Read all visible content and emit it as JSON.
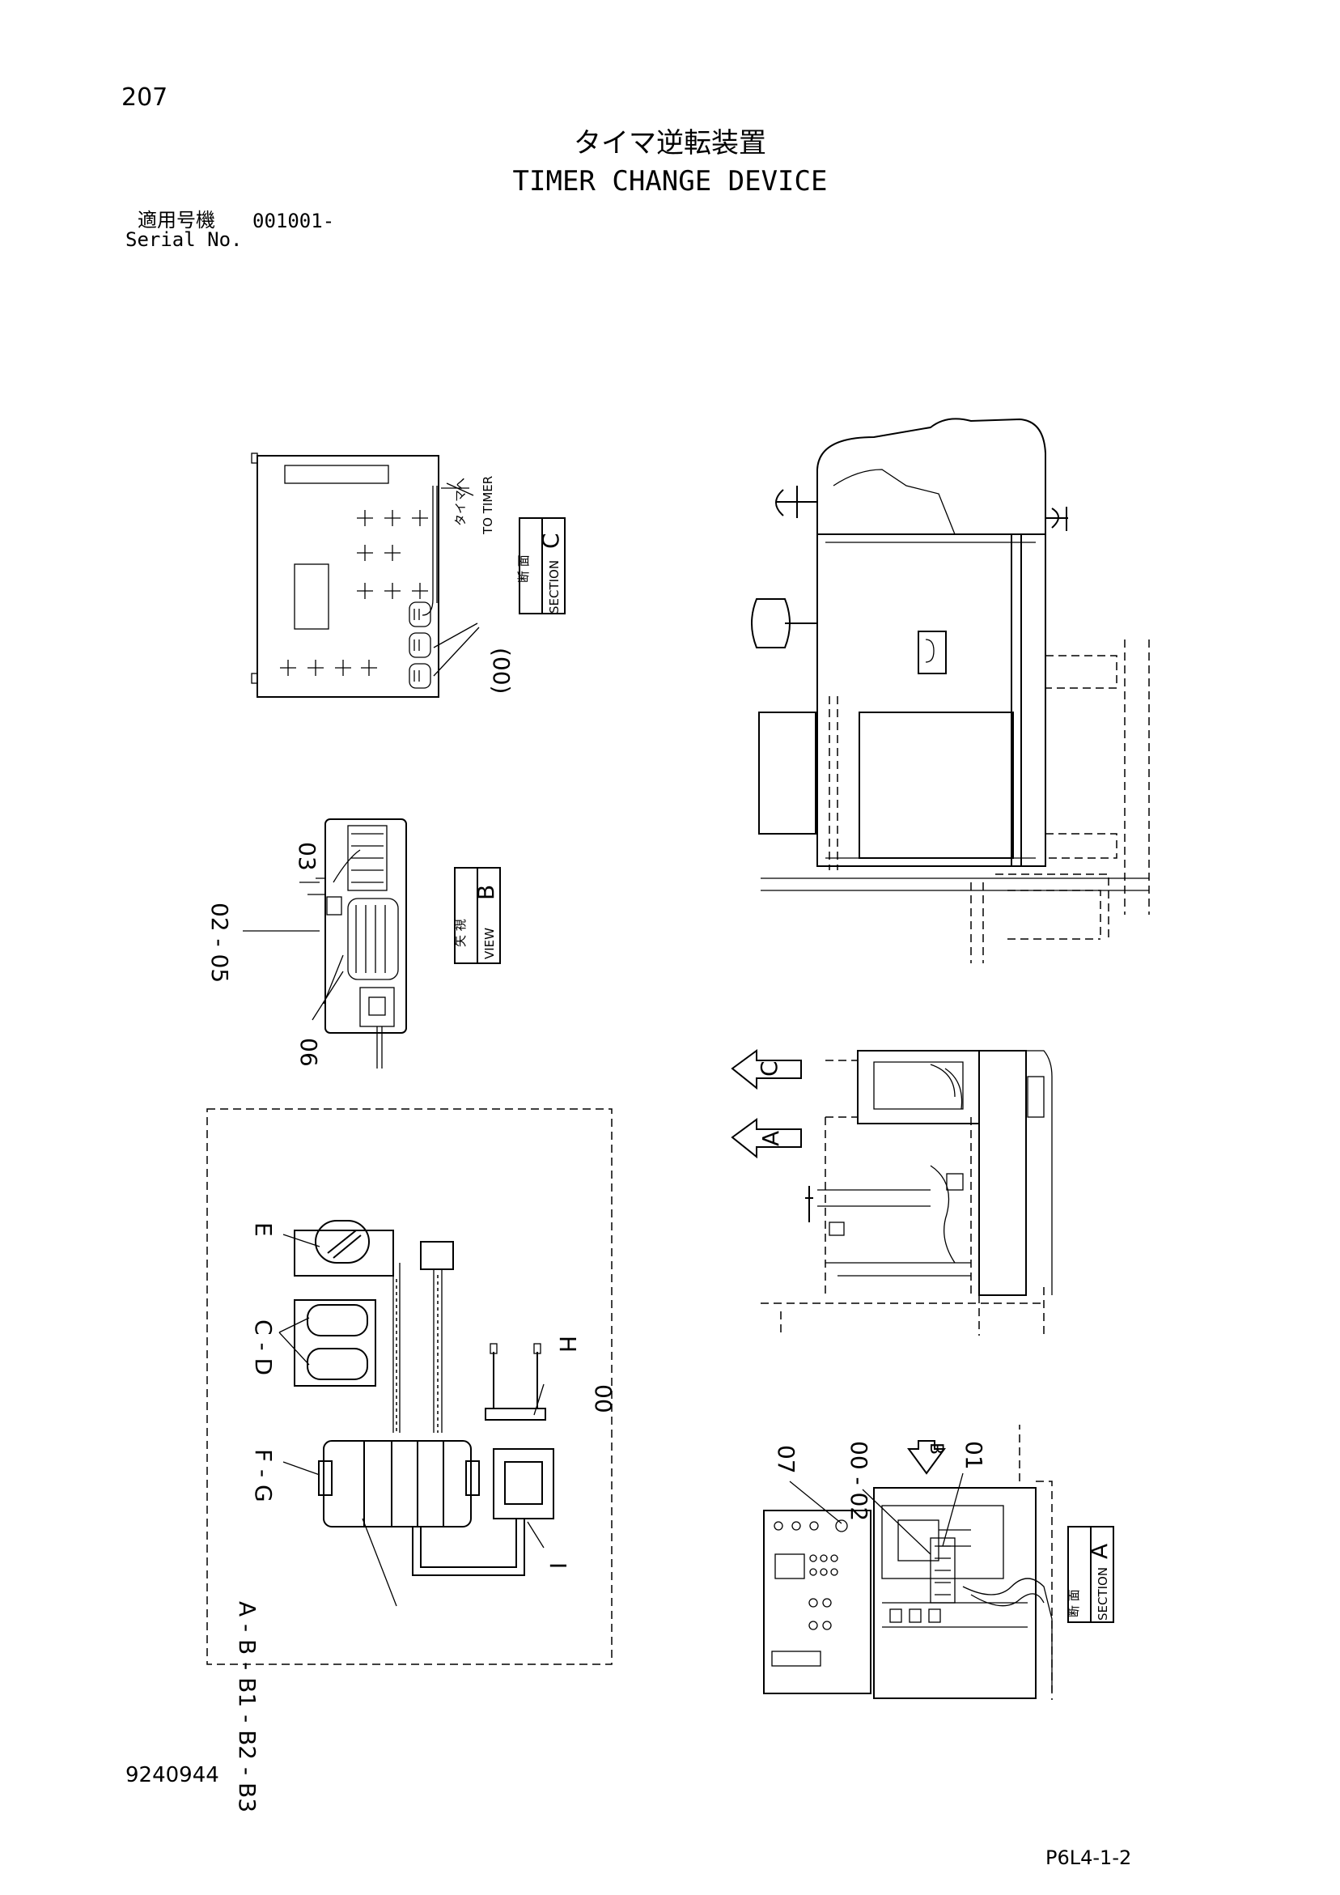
{
  "page": {
    "number": "207",
    "doc_number": "9240944",
    "figure_code": "P6L4-1-2"
  },
  "title": {
    "jp": "タイマ逆転装置",
    "en": "TIMER CHANGE DEVICE"
  },
  "serial": {
    "label_jp": "適用号機",
    "value": "001001-",
    "label_en": "Serial No."
  },
  "section_c": {
    "jp": "断 面",
    "en": "SECTION",
    "letter": "C"
  },
  "view_b": {
    "jp": "矢 視",
    "en": "VIEW",
    "letter": "B"
  },
  "section_a": {
    "jp": "断 面",
    "en": "SECTION",
    "letter": "A"
  },
  "to_timer": {
    "jp": "タイマへ",
    "en": "TO TIMER"
  },
  "callouts": {
    "c00": "(00)",
    "c03": "03",
    "c02_05": "02 - 05",
    "c06": "06",
    "cE": "E",
    "cCD": "C - D",
    "cH": "H",
    "c00b": "00",
    "cFG": "F - G",
    "cAB": "A - B - B1 - B2 - B3",
    "cI": "I",
    "c07": "07",
    "c00_02": "00 - 02",
    "c01": "01",
    "arrow_c": "C",
    "arrow_a": "A",
    "arrow_b": "B"
  }
}
